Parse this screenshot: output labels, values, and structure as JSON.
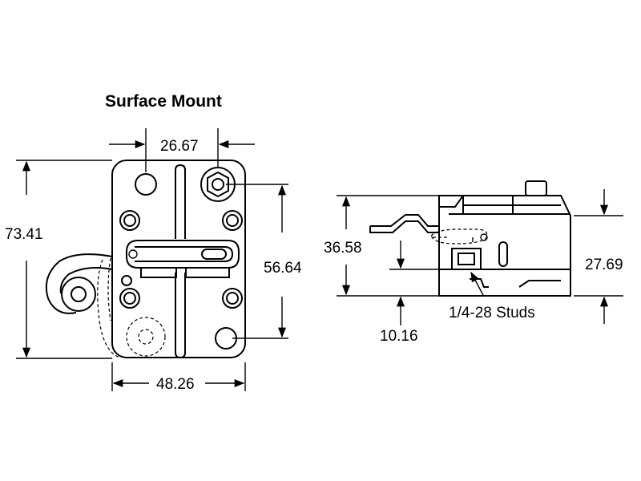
{
  "title": "Surface Mount",
  "dimensions": {
    "front_top_width": "26.67",
    "front_height": "73.41",
    "front_hole_spacing": "56.64",
    "front_width": "48.26",
    "side_height": "36.58",
    "side_body_height": "27.69",
    "side_base_height": "10.16"
  },
  "stud_label": "1/4-28 Studs"
}
